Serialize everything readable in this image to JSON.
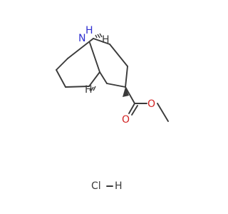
{
  "molecule": {
    "atoms": {
      "amine_n": "N",
      "amine_h": "H",
      "bridgehead_h_top": "H",
      "bridgehead_h_bottom": "H",
      "carbonyl_o": "O",
      "ester_o": "O"
    },
    "salt": {
      "cl": "Cl",
      "h": "H"
    }
  },
  "colors": {
    "bond": "#3a3a3a",
    "nitrogen": "#2f2fd0",
    "oxygen": "#d22222",
    "carbon_text": "#3a3a3a"
  }
}
